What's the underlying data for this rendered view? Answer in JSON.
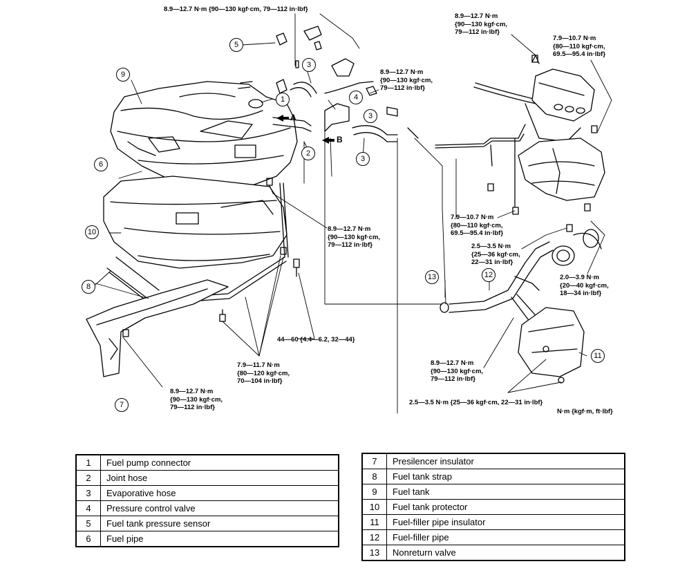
{
  "torque_labels": {
    "t_top_center": "8.9—12.7 N·m {90—130 kgf·cm, 79—112 in·lbf}",
    "t_top_right1": "8.9—12.7 N·m\n{90—130 kgf·cm,\n79—112 in·lbf}",
    "t_top_right2": "7.9—10.7 N·m\n{80—110 kgf·cm,\n69.5—95.4 in·lbf}",
    "t_center_right": "8.9—12.7 N·m\n{90—130 kgf·cm,\n79—112 in·lbf}",
    "t_mid_center": "8.9—12.7 N·m\n{90—130 kgf·cm,\n79—112 in·lbf}",
    "t_mid_right": "7.9—10.7 N·m\n{80—110 kgf·cm,\n69.5—95.4 in·lbf}",
    "t_filler_bracket": "2.5—3.5 N·m\n{25—36 kgf·cm,\n22—31 in·lbf}",
    "t_filler_cap": "2.0—3.9 N·m\n{20—40 kgf·cm,\n18—34 in·lbf}",
    "t_bolt_44": "44—60 {4.4—6.2, 32—44}",
    "t_strap_bolts": "7.9—11.7 N·m\n{80—120 kgf·cm,\n70—104 in·lbf}",
    "t_insulator": "8.9—12.7 N·m\n{90—130 kgf·cm,\n79—112 in·lbf}",
    "t_pipe_lower": "8.9—12.7 N·m\n{90—130 kgf·cm,\n79—112 in·lbf}",
    "t_bottom_right": "2.5—3.5 N·m {25—36 kgf·cm, 22—31 in·lbf}"
  },
  "units_note": "N·m {kgf·m, ft·lbf}",
  "direction_labels": {
    "a": "A",
    "b": "B"
  },
  "callouts": [
    "1",
    "2",
    "3",
    "4",
    "5",
    "6",
    "7",
    "8",
    "9",
    "10",
    "11",
    "12",
    "13"
  ],
  "legend_left": [
    {
      "num": "1",
      "name": "Fuel pump connector"
    },
    {
      "num": "2",
      "name": "Joint hose"
    },
    {
      "num": "3",
      "name": "Evaporative hose"
    },
    {
      "num": "4",
      "name": "Pressure control valve"
    },
    {
      "num": "5",
      "name": "Fuel tank pressure sensor"
    },
    {
      "num": "6",
      "name": "Fuel pipe"
    }
  ],
  "legend_right": [
    {
      "num": "7",
      "name": "Presilencer insulator"
    },
    {
      "num": "8",
      "name": "Fuel tank strap"
    },
    {
      "num": "9",
      "name": "Fuel tank"
    },
    {
      "num": "10",
      "name": "Fuel tank protector"
    },
    {
      "num": "11",
      "name": "Fuel-filler pipe insulator"
    },
    {
      "num": "12",
      "name": "Fuel-filler pipe"
    },
    {
      "num": "13",
      "name": "Nonreturn valve"
    }
  ]
}
